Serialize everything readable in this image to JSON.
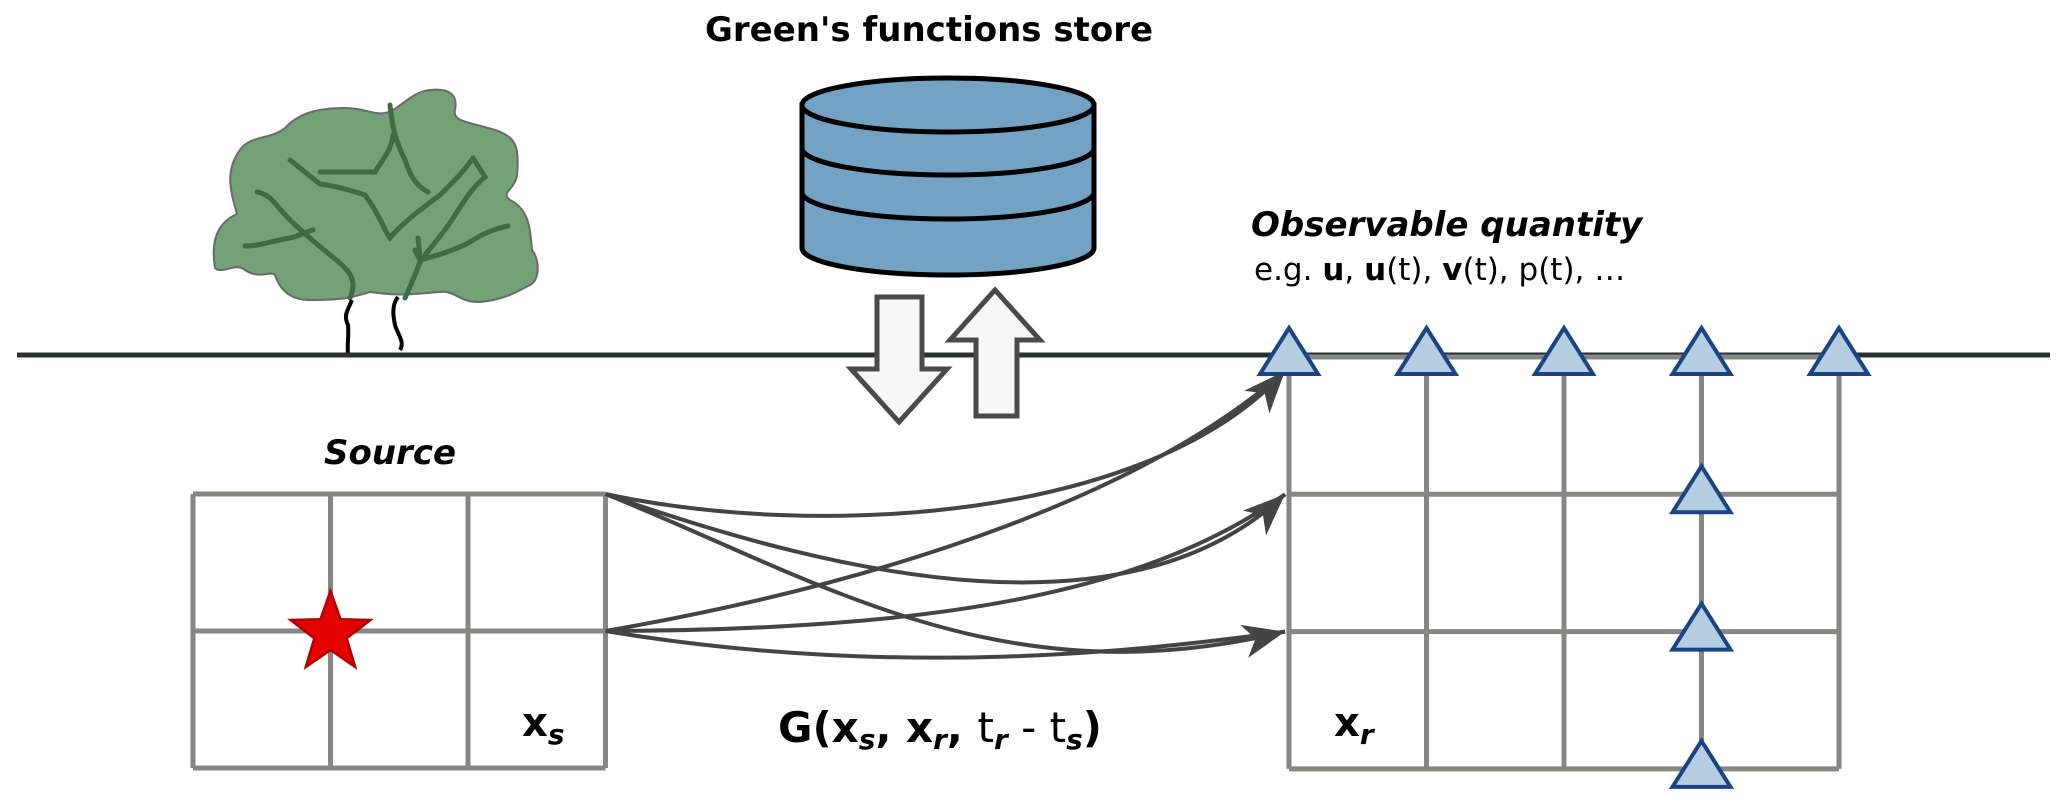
{
  "store": {
    "title": "Green's functions store",
    "icon": "database-icon",
    "down_arrow": "arrow-down-icon",
    "up_arrow": "arrow-up-icon"
  },
  "observable": {
    "title": "Observable quantity",
    "subtitle_parts": [
      {
        "text": "e.g. ",
        "bold": false
      },
      {
        "text": "u",
        "bold": true
      },
      {
        "text": ", ",
        "bold": false
      },
      {
        "text": "u",
        "bold": true
      },
      {
        "text": "(t), ",
        "bold": false
      },
      {
        "text": "v",
        "bold": true
      },
      {
        "text": "(t), p(t), …",
        "bold": false
      }
    ]
  },
  "source": {
    "title": "Source",
    "label_main": "x",
    "label_sub": "s",
    "grid": {
      "cols": 3,
      "rows": 2
    },
    "event_icon": "star-icon",
    "event_cell_node": {
      "col": 1,
      "row": 1
    }
  },
  "receiver": {
    "label_main": "x",
    "label_sub": "r",
    "grid": {
      "cols": 4,
      "rows": 3
    },
    "station_icon": "triangle-station-icon",
    "surface_stations": 5,
    "borehole_column": 3,
    "borehole_rows": [
      1,
      2,
      3
    ]
  },
  "greens_function": {
    "prefix": "G(",
    "args": [
      {
        "main": "x",
        "sub": "s",
        "bold": true
      },
      {
        "main": "x",
        "sub": "r",
        "bold": true
      },
      {
        "main": "t",
        "sub": "r",
        "bold": false,
        "tail": " - "
      },
      {
        "main": "t",
        "sub": "s",
        "bold": false
      }
    ],
    "suffix": ")"
  },
  "ray_paths": [
    {
      "from_row": 0,
      "to_row": 0
    },
    {
      "from_row": 0,
      "to_row": 1
    },
    {
      "from_row": 0,
      "to_row": 2
    },
    {
      "from_row": 1,
      "to_row": 0
    },
    {
      "from_row": 1,
      "to_row": 1
    },
    {
      "from_row": 1,
      "to_row": 2
    }
  ],
  "colors": {
    "ground": "#2b3033",
    "grid": "#868782",
    "tree_fill": "#72a276",
    "tree_branch": "#3f6c42",
    "db_fill": "#74a2c4",
    "station_fill": "#b5cde0",
    "station_stroke": "#1b4485",
    "star_fill": "#e50000",
    "star_stroke": "#b00000",
    "arrow": "#444444",
    "big_arrow_fill": "#f7f7f7",
    "big_arrow_stroke": "#4a4a4a"
  }
}
